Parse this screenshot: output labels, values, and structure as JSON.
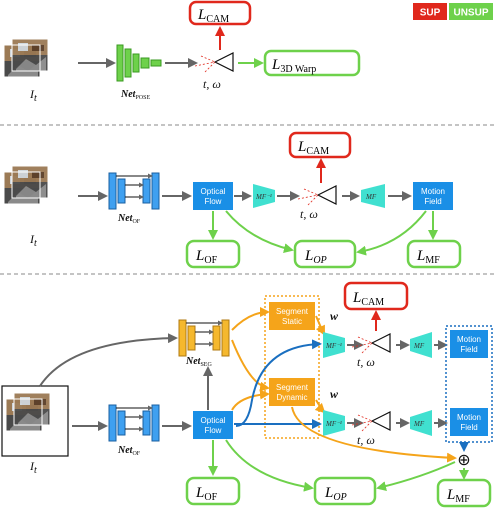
{
  "legend": {
    "sup": "SUP",
    "unsup": "UNSUP",
    "sup_color": "#e0281c",
    "unsup_color": "#6ed14b"
  },
  "colors": {
    "red": "#e0281c",
    "green": "#6ed14b",
    "blue": "#1a8fe6",
    "teal": "#40e0d0",
    "orange": "#f5a41a",
    "gray": "#666666"
  },
  "input_label": "I",
  "input_sub": "t",
  "row1": {
    "net": "Net",
    "net_sub": "POSE",
    "cam_loss": "L",
    "cam_sub": "CAM",
    "warp_loss": "L",
    "warp_sub": "3D Warp",
    "pose": "t, ω"
  },
  "row2": {
    "net": "Net",
    "net_sub": "OF",
    "flow_l1": "Optical",
    "flow_l2": "Flow",
    "mf_label": "MF",
    "mfinv_label": "MF⁻¹",
    "field_l1": "Motion",
    "field_l2": "Field",
    "pose": "t, ω",
    "cam_loss": "L",
    "cam_sub": "CAM",
    "of_loss": "L",
    "of_sub": "OF",
    "op_loss": "L",
    "op_sub": "OP",
    "mf_loss": "L",
    "mf_sub": "MF"
  },
  "row3": {
    "seg_net": "Net",
    "seg_net_sub": "SEG",
    "of_net": "Net",
    "of_net_sub": "OF",
    "flow_l1": "Optical",
    "flow_l2": "Flow",
    "static_l1": "Segment",
    "static_l2": "Static",
    "dynamic_l1": "Segment",
    "dynamic_l2": "Dynamic",
    "w": "w",
    "mf_label": "MF",
    "mfinv_label": "MF⁻¹",
    "field_l1": "Motion",
    "field_l2": "Field",
    "pose": "t, ω",
    "cam_loss": "L",
    "cam_sub": "CAM",
    "of_loss": "L",
    "of_sub": "OF",
    "op_loss": "L",
    "op_sub": "OP",
    "mf_loss": "L",
    "mf_sub": "MF",
    "plus": "⊕"
  }
}
